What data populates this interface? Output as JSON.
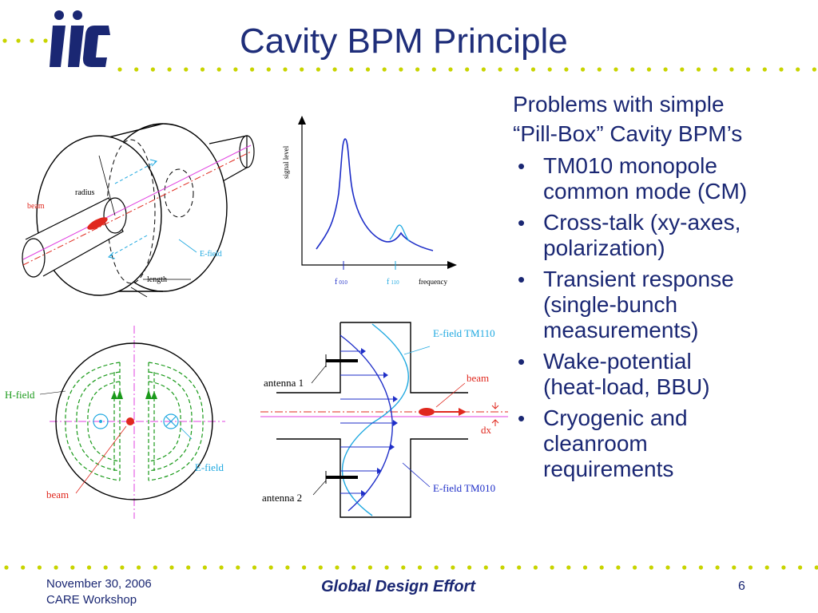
{
  "slide": {
    "title": "Cavity BPM Principle",
    "logo_text": "ilc"
  },
  "colors": {
    "title_blue": "#1f2e7a",
    "text_blue": "#1a2773",
    "dot_yellow": "#c8d400",
    "beam_red": "#e0281e",
    "field_cyan": "#1ea8e0",
    "field_green": "#1a9a1a",
    "curve_blue": "#1e2ec8",
    "axis_magenta": "#e040e0"
  },
  "problems": {
    "intro_line1": "Problems with simple",
    "intro_line2": "“Pill-Box” Cavity BPM’s",
    "bullet_glyph": "•",
    "items": [
      {
        "line1": "TM010 monopole",
        "line2": "common mode (CM)",
        "line3": ""
      },
      {
        "line1": "Cross-talk (xy-axes,",
        "line2": "polarization)",
        "line3": ""
      },
      {
        "line1": "Transient response",
        "line2": "(single-bunch",
        "line3": "measurements)"
      },
      {
        "line1": "Wake-potential",
        "line2": "(heat-load, BBU)",
        "line3": ""
      },
      {
        "line1": "Cryogenic and",
        "line2": "cleanroom",
        "line3": "requirements"
      }
    ]
  },
  "diagram_cavity": {
    "radius_label": "radius",
    "beam_label": "beam",
    "efield_label": "E-field",
    "length_label": "length"
  },
  "diagram_spectrum": {
    "ylabel": "signal level",
    "xlabel": "frequency",
    "f_main": "f",
    "f010_sub": "010",
    "f110_sub": "110"
  },
  "diagram_cross_section": {
    "hfield_label": "H-field",
    "efield_label": "E-field",
    "beam_label": "beam"
  },
  "diagram_modes": {
    "tm110_label": "E-field TM110",
    "beam_label": "beam",
    "dx_label": "dx",
    "antenna1_label": "antenna 1",
    "antenna2_label": "antenna 2",
    "tm010_label": "E-field TM010"
  },
  "footer": {
    "date": "November 30, 2006",
    "event": "CARE Workshop",
    "center": "Global Design Effort",
    "page": "6"
  }
}
